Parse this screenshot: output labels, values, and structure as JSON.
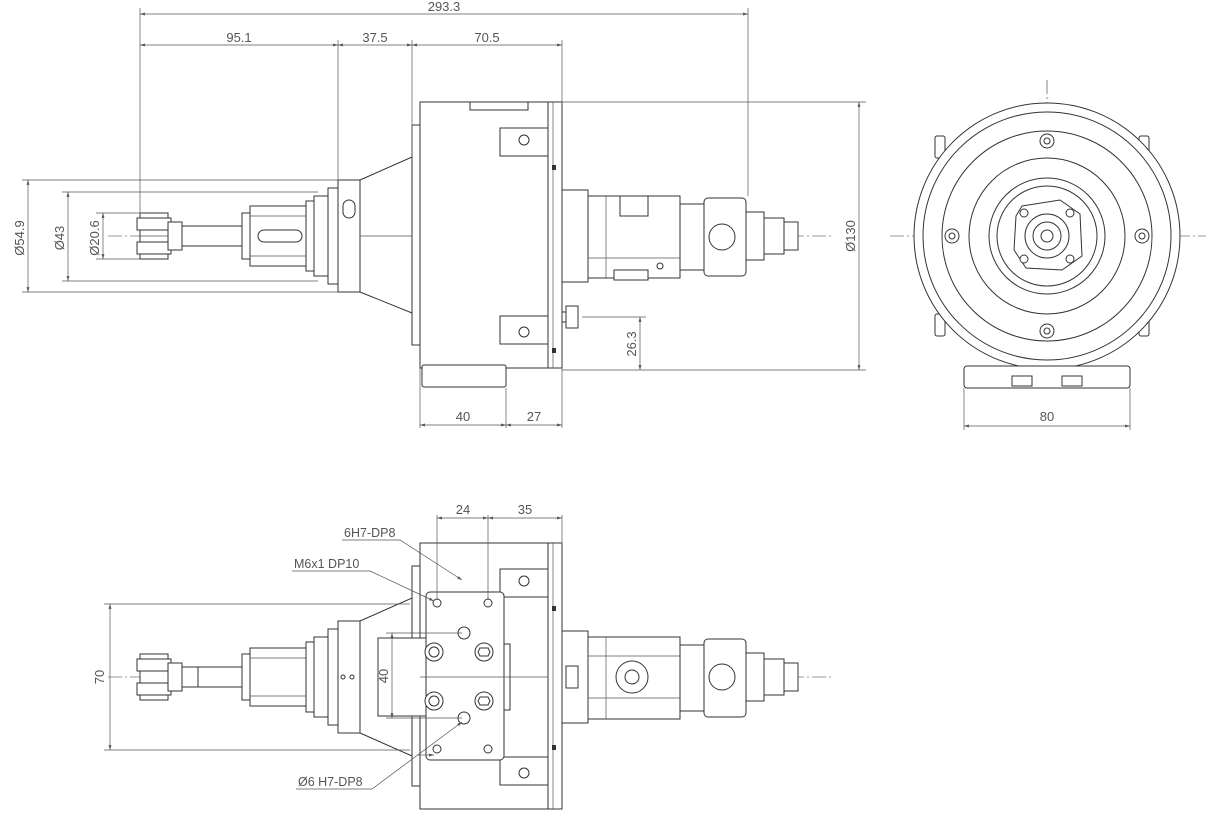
{
  "side_view": {
    "dims": {
      "overall_length": "293.3",
      "tool_length": "95.1",
      "cone_length": "37.5",
      "body_length": "70.5",
      "base_length_1": "40",
      "base_length_2": "27",
      "outlet_height": "26.3",
      "dia_54_9": "Ø54.9",
      "dia_43": "Ø43",
      "dia_20_6": "Ø20.6",
      "dia_130": "Ø130"
    }
  },
  "end_view": {
    "dims": {
      "base_width": "80"
    }
  },
  "top_view": {
    "dims": {
      "hole_spacing_24": "24",
      "hole_offset_35": "35",
      "hole_spacing_40": "40",
      "overall_width_70": "70"
    },
    "notes": {
      "pin_hole": "6H7-DP8",
      "thread": "M6x1 DP10",
      "dowel_hole": "Ø6 H7-DP8"
    }
  }
}
